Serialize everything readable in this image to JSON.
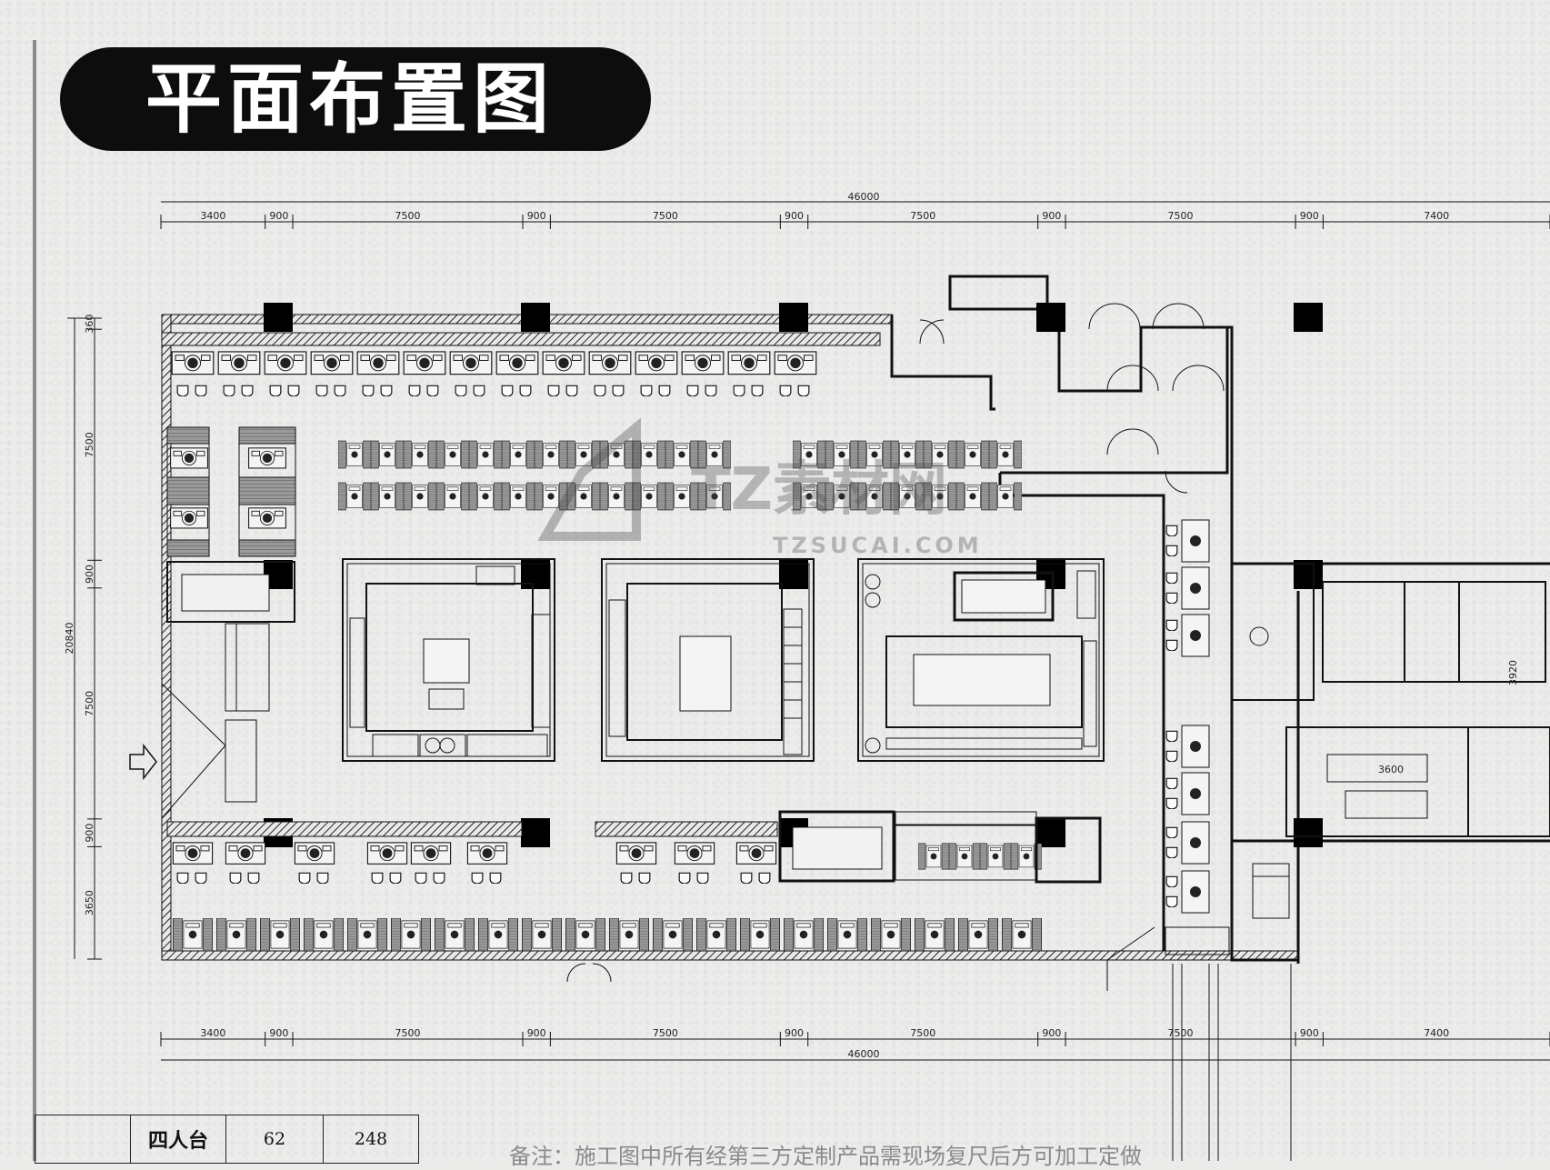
{
  "title": "平面布置图",
  "dimensions": {
    "top_total": "46000",
    "bottom_total": "46000",
    "top_segments": [
      "3400",
      "900",
      "7500",
      "900",
      "7500",
      "900",
      "7500",
      "900",
      "7500",
      "900",
      "7400"
    ],
    "bottom_segments": [
      "3400",
      "900",
      "7500",
      "900",
      "7500",
      "900",
      "7500",
      "900",
      "7500",
      "900",
      "7400"
    ],
    "left_total": "20840",
    "left_segments": [
      "360",
      "7500",
      "900",
      "7500",
      "900",
      "3650"
    ]
  },
  "plan_labels": {
    "kitchen_dim_a": "3600",
    "kitchen_dim_b": "3920"
  },
  "watermark": {
    "brand": "TZ素材网",
    "url": "TZSUCAI.COM"
  },
  "legend": {
    "table_type": "四人台",
    "count": "62",
    "seats": "248"
  },
  "note": "备注：施工图中所有经第三方定制产品需现场复尺后方可加工定做"
}
